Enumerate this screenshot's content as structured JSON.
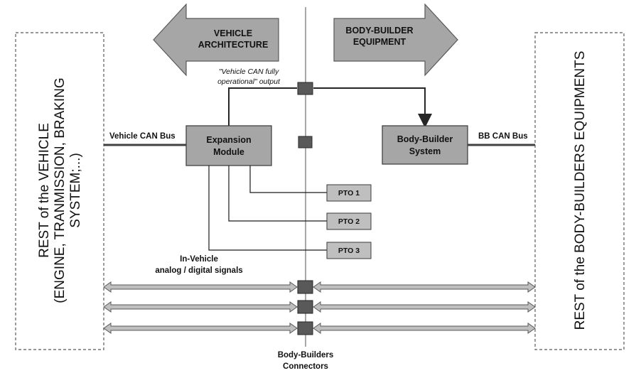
{
  "arrows": {
    "left_line1": "VEHICLE",
    "left_line2": "ARCHITECTURE",
    "right_line1": "BODY-BUILDER",
    "right_line2": "EQUIPMENT"
  },
  "left_panel": {
    "line1": "REST of the VEHICLE",
    "line2": "(ENGINE, TRANMISSION, BRAKING",
    "line3": "SYSTEM;...)"
  },
  "right_panel": {
    "line1": "REST of the BODY-BUILDERS EQUIPMENTS"
  },
  "expansion_module": {
    "line1": "Expansion",
    "line2": "Module"
  },
  "body_builder_system": {
    "line1": "Body-Builder",
    "line2": "System"
  },
  "output_note": {
    "line1": "\"Vehicle CAN fully",
    "line2": "operational\" output"
  },
  "labels": {
    "vehicle_can_bus": "Vehicle CAN Bus",
    "bb_can_bus": "BB CAN Bus",
    "in_vehicle_line1": "In-Vehicle",
    "in_vehicle_line2": "analog / digital signals",
    "connectors_line1": "Body-Builders",
    "connectors_line2": "Connectors"
  },
  "pto": [
    {
      "label": "PTO 1"
    },
    {
      "label": "PTO 2"
    },
    {
      "label": "PTO 3"
    }
  ]
}
